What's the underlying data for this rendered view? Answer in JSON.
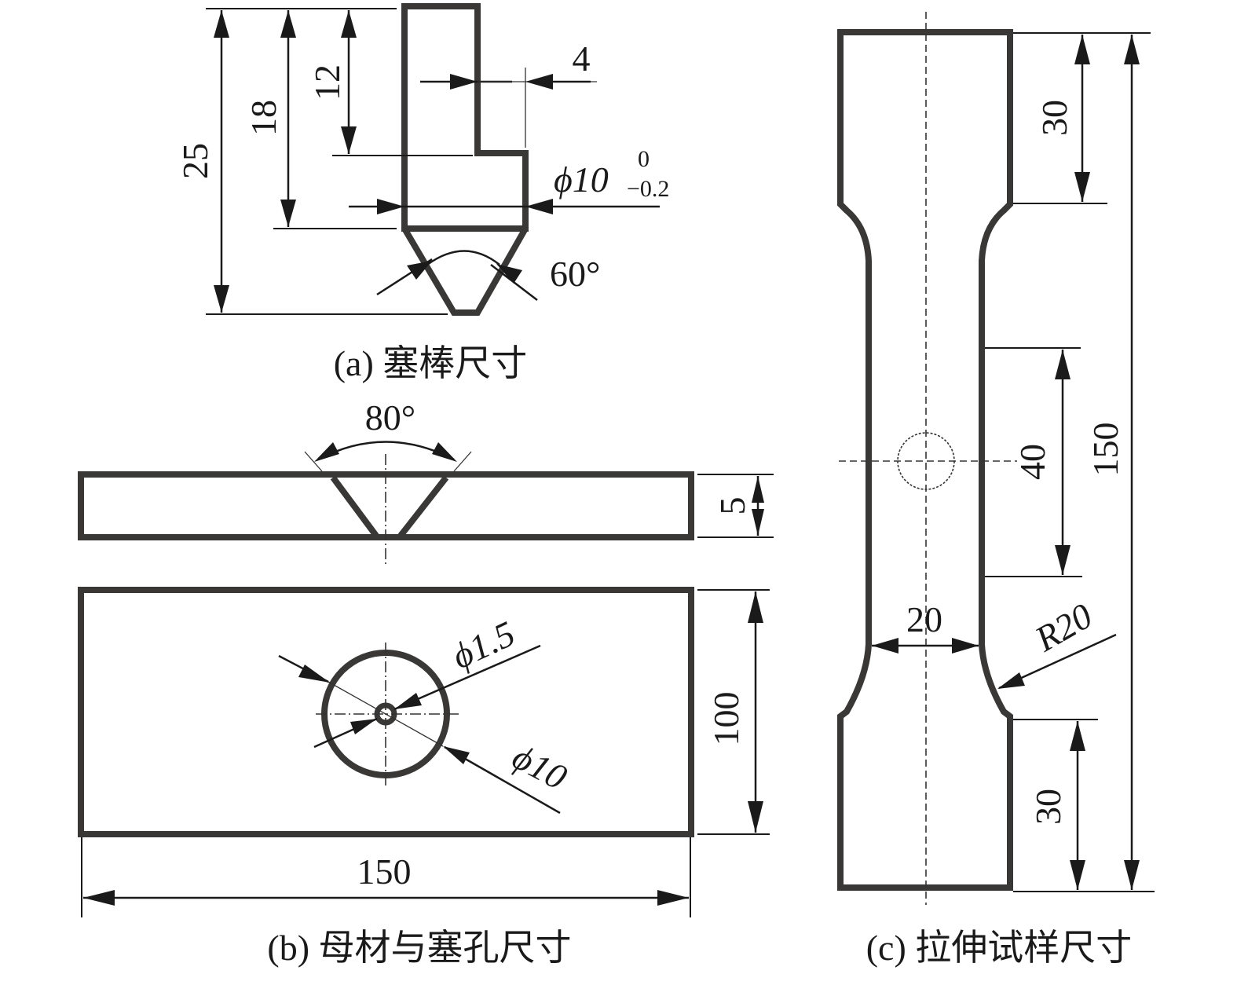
{
  "panel_a": {
    "caption": "(a) 塞棒尺寸",
    "dims": {
      "total_length": "25",
      "body_length": "18",
      "step_length": "12",
      "step_width": "4",
      "diameter_prefix": "ϕ10",
      "tol_upper": "0",
      "tol_lower": "−0.2",
      "cone_angle": "60°"
    }
  },
  "panel_b": {
    "caption": "(b) 母材与塞孔尺寸",
    "dims": {
      "groove_angle": "80°",
      "thickness": "5",
      "width": "100",
      "length": "150",
      "small_hole": "ϕ1.5",
      "large_hole": "ϕ10"
    }
  },
  "panel_c": {
    "caption": "(c) 拉伸试样尺寸",
    "dims": {
      "grip_top": "30",
      "total_length": "150",
      "gauge_length": "40",
      "gauge_width": "20",
      "fillet_radius": "R20",
      "grip_bottom": "30"
    }
  }
}
